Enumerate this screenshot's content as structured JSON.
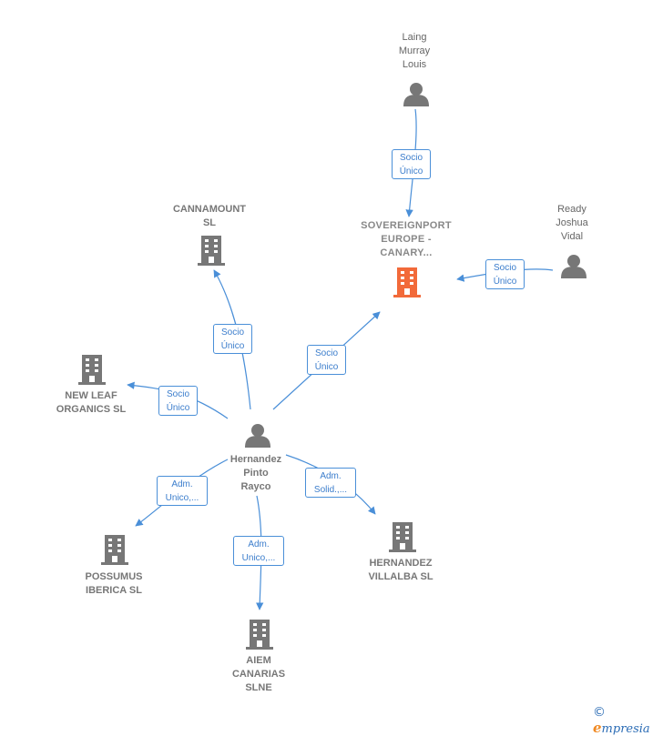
{
  "nodes": {
    "laing": {
      "label": "Laing\nMurray\nLouis",
      "type": "person"
    },
    "sovereign": {
      "label": "SOVEREIGNPORT\nEUROPE -\nCANARY...",
      "type": "company-main"
    },
    "ready": {
      "label": "Ready\nJoshua\nVidal",
      "type": "person"
    },
    "cannamount": {
      "label": "CANNAMOUNT\nSL",
      "type": "company"
    },
    "newleaf": {
      "label": "NEW LEAF\nORGANICS  SL",
      "type": "company"
    },
    "hernandez": {
      "label": "Hernandez\nPinto\nRayco",
      "type": "person"
    },
    "possumus": {
      "label": "POSSUMUS\nIBERICA  SL",
      "type": "company"
    },
    "aiem": {
      "label": "AIEM\nCANARIAS\nSLNE",
      "type": "company"
    },
    "villalba": {
      "label": "HERNANDEZ\nVILLALBA  SL",
      "type": "company"
    }
  },
  "edges": {
    "laing_sovereign": "Socio\nÚnico",
    "ready_sovereign": "Socio\nÚnico",
    "hernandez_sovereign": "Socio\nÚnico",
    "hernandez_cannamount": "Socio\nÚnico",
    "hernandez_newleaf": "Socio\nÚnico",
    "hernandez_possumus": "Adm.\nUnico,...",
    "hernandez_aiem": "Adm.\nUnico,...",
    "hernandez_villalba": "Adm.\nSolid.,..."
  },
  "colors": {
    "edge": "#4a8fd8",
    "icon": "#777777",
    "highlight": "#f26a3a"
  },
  "footer": {
    "copyright": "©",
    "brand_e": "e",
    "brand_rest": "mpresia"
  }
}
